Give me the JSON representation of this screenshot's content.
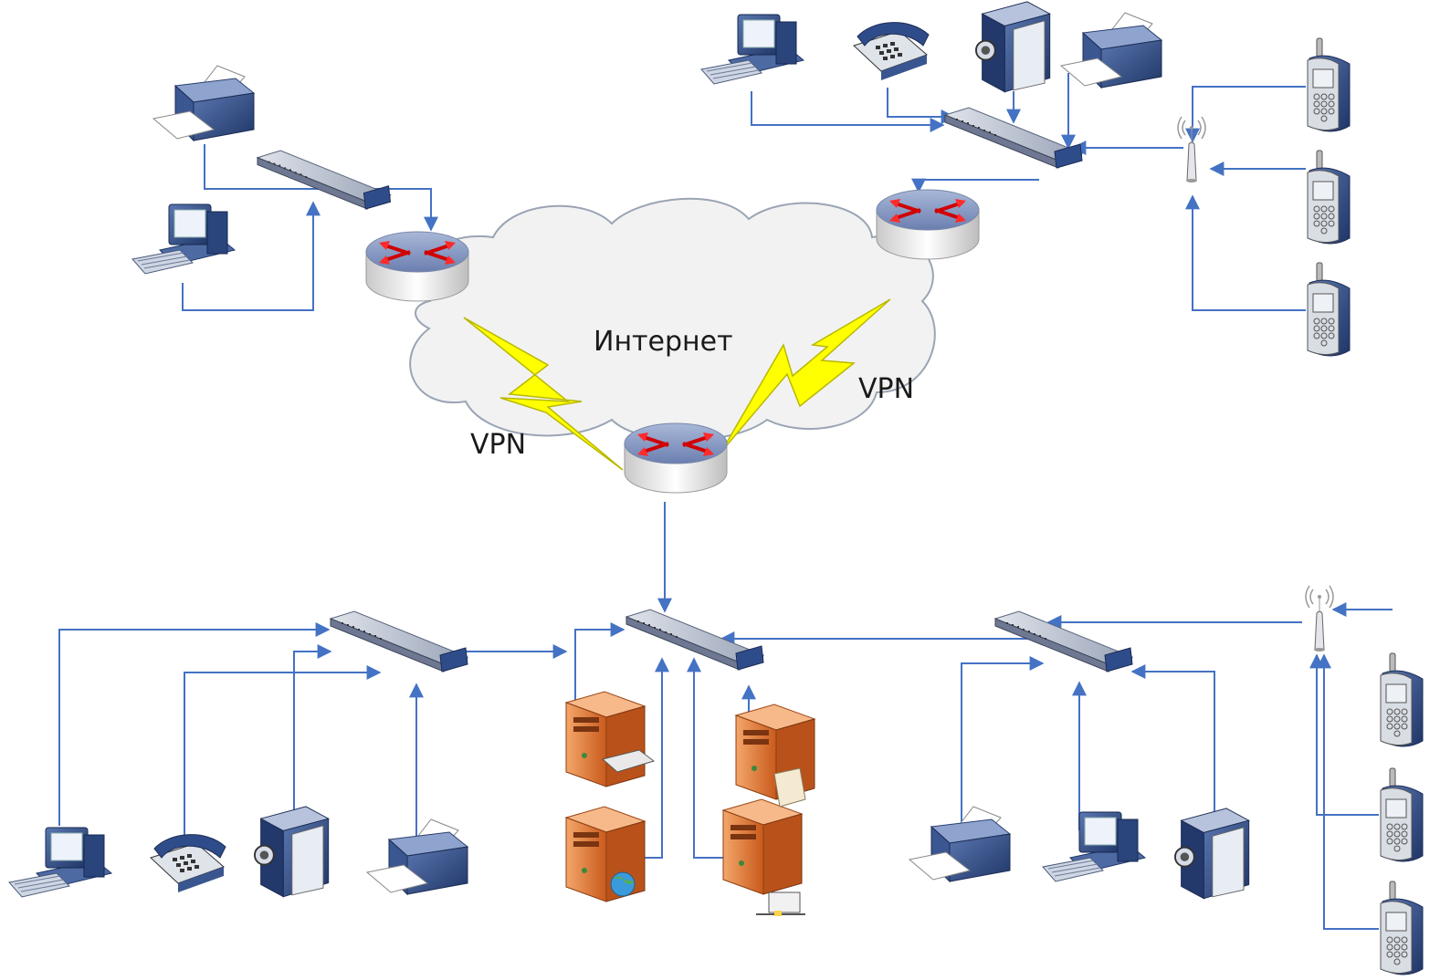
{
  "labels": {
    "internet": "Интернет",
    "vpn_left": "VPN",
    "vpn_right": "VPN"
  },
  "colors": {
    "link": "#4472c4",
    "lightning": "#ffff00",
    "cloud": "#f2f2f2",
    "server": "#e07a3a",
    "device_blue": "#2e4a7e"
  },
  "icons": {
    "router": "router-icon",
    "switch": "switch-icon",
    "computer": "computer-icon",
    "printer": "printer-icon",
    "phone": "desk-phone-icon",
    "camera": "video-camera-icon",
    "mobile": "mobile-phone-icon",
    "access_point": "wireless-access-point-icon",
    "server": "server-icon"
  }
}
